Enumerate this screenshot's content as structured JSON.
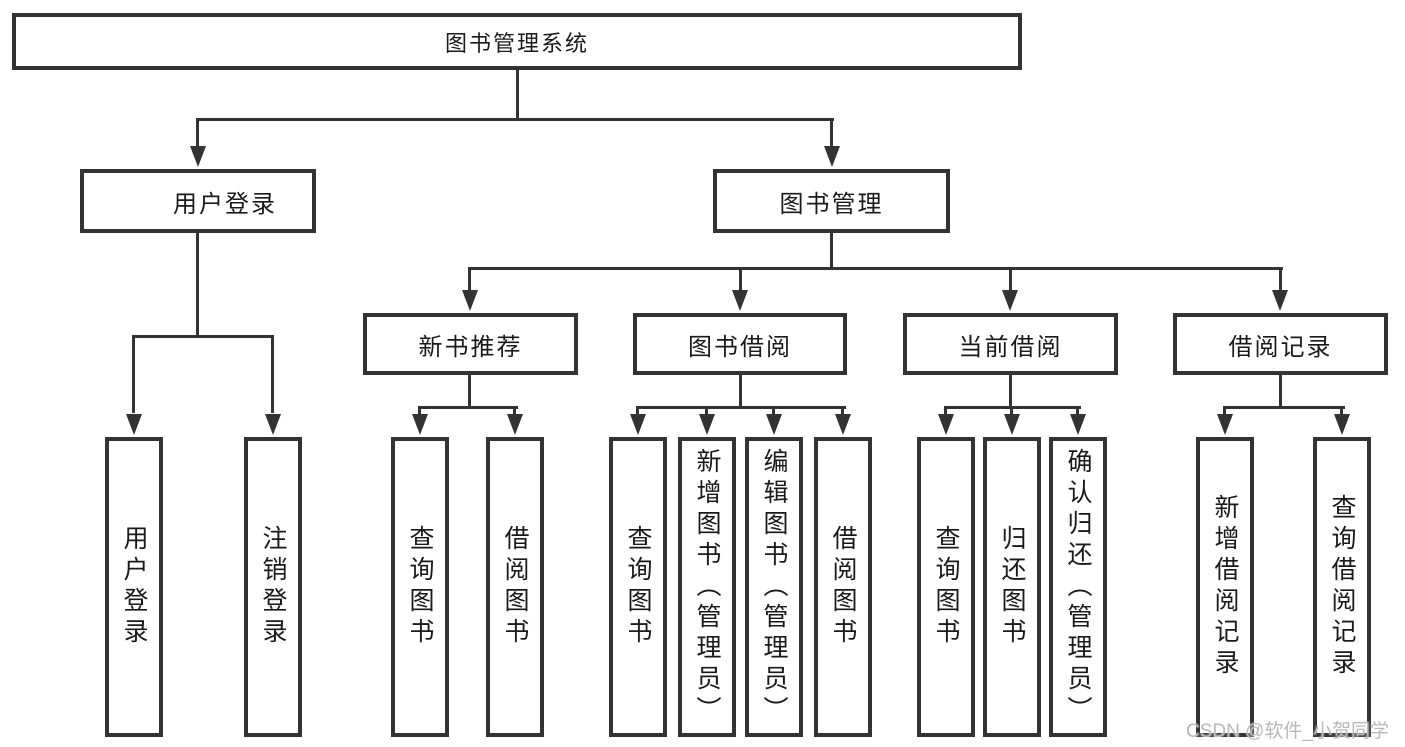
{
  "colors": {
    "line": "#333333",
    "box_border": "#333333",
    "box_fill": "#ffffff",
    "text": "#1a1a1a",
    "watermark": "#b9b9b9",
    "background": "#ffffff"
  },
  "watermark": {
    "text": "CSDN @软件_小贺同学"
  },
  "tree": {
    "label": "图书管理系统",
    "children": [
      {
        "label": "用户登录",
        "children": [
          {
            "label": "用户登录"
          },
          {
            "label": "注销登录"
          }
        ]
      },
      {
        "label": "图书管理",
        "children": [
          {
            "label": "新书推荐",
            "children": [
              {
                "label": "查询图书"
              },
              {
                "label": "借阅图书"
              }
            ]
          },
          {
            "label": "图书借阅",
            "children": [
              {
                "label": "查询图书"
              },
              {
                "label": "新增图书（管理员）"
              },
              {
                "label": "编辑图书（管理员）"
              },
              {
                "label": "借阅图书"
              }
            ]
          },
          {
            "label": "当前借阅",
            "children": [
              {
                "label": "查询图书"
              },
              {
                "label": "归还图书"
              },
              {
                "label": "确认归还（管理员）"
              }
            ]
          },
          {
            "label": "借阅记录",
            "children": [
              {
                "label": "新增借阅记录"
              },
              {
                "label": "查询借阅记录"
              }
            ]
          }
        ]
      }
    ]
  }
}
